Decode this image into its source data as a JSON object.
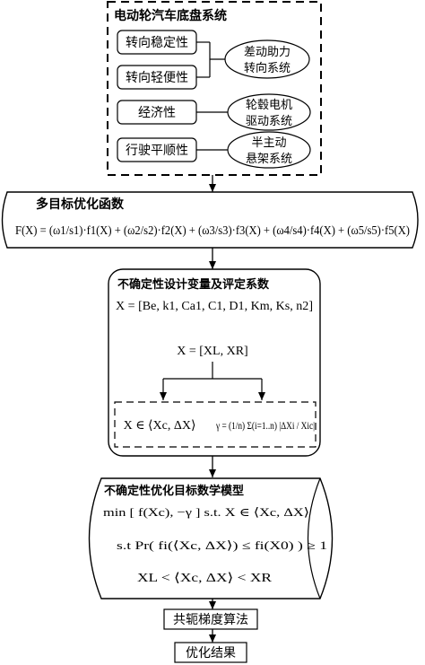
{
  "chassis": {
    "title": "电动轮汽车底盘系统",
    "criteria": [
      "转向稳定性",
      "转向轻便性",
      "经济性",
      "行驶平顺性"
    ],
    "subsystems": [
      [
        "差动助力",
        "转向系统"
      ],
      [
        "轮毂电机",
        "驱动系统"
      ],
      [
        "半主动",
        "悬架系统"
      ]
    ]
  },
  "multi_objective": {
    "title": "多目标优化函数",
    "lhs": "F(X) =",
    "terms": [
      {
        "num": "ω1",
        "den": "s1",
        "func": "f1(X)"
      },
      {
        "num": "ω2",
        "den": "s2",
        "func": "f2(X)"
      },
      {
        "num": "ω3",
        "den": "s3",
        "func": "f3(X)"
      },
      {
        "num": "ω4",
        "den": "s4",
        "func": "f4(X)"
      },
      {
        "num": "ω5",
        "den": "s5",
        "func": "f5(X)"
      }
    ]
  },
  "uncertainty": {
    "title": "不确定性设计变量及评定系数",
    "vector": "X = [Be, k1, Ca1, C1, D1, Km, Ks, n2]",
    "split": "X = [XL, XR]",
    "interval": "X ∈ ⟨Xc, ΔX⟩",
    "gamma": "γ = (1/n) Σ(i=1..n) |ΔXi / Xic|"
  },
  "model": {
    "title": "不确定性优化目标数学模型",
    "objective": "min [ f(Xc), −γ ]  s.t. X ∈ ⟨Xc, ΔX⟩",
    "constraint1": "s.t  Pr( fi(⟨Xc, ΔX⟩) ≤ fi(X0) ) ≥ 1",
    "constraint2": "XL < ⟨Xc, ΔX⟩ < XR"
  },
  "algorithm": "共轭梯度算法",
  "result": "优化结果"
}
